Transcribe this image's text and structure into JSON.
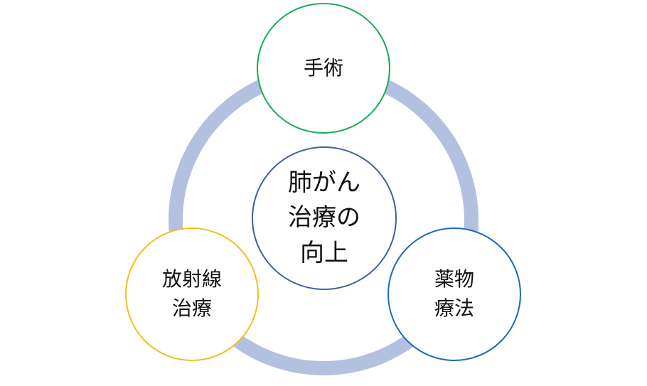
{
  "nodes": {
    "top": {
      "lines": [
        "手術"
      ],
      "color": "#1aaa55"
    },
    "center": {
      "lines": [
        "肺がん",
        "治療の",
        "向上"
      ],
      "color": "#3e5f9e"
    },
    "left": {
      "lines": [
        "放射線",
        "治療"
      ],
      "color": "#f0c020"
    },
    "right": {
      "lines": [
        "薬物",
        "療法"
      ],
      "color": "#1b6db5"
    }
  },
  "ring_color": "#b4c0e0"
}
